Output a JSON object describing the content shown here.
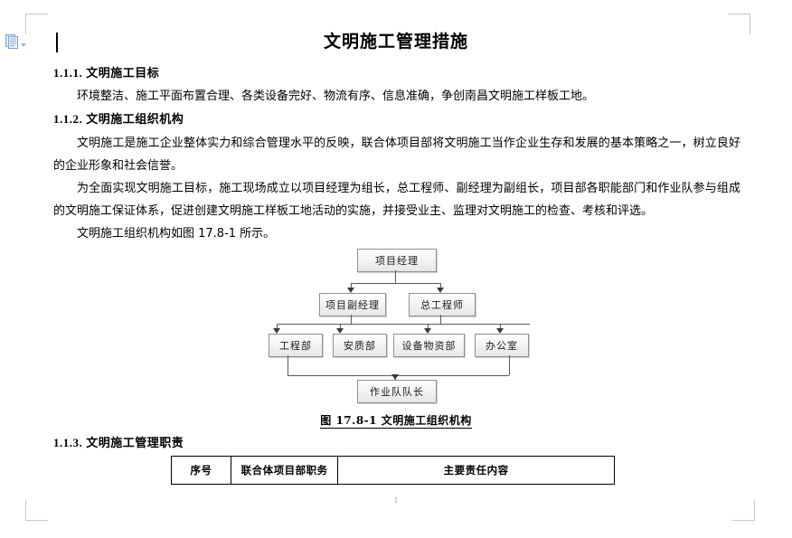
{
  "window": {
    "paste_icon": "paste-document-icon",
    "dropdown_icon": "chevron-down-icon"
  },
  "document": {
    "title": "文明施工管理措施",
    "page_number": "1",
    "sections": [
      {
        "number": "1.1.1.",
        "title": "文明施工目标",
        "paragraphs": [
          "环境整洁、施工平面布置合理、各类设备完好、物流有序、信息准确，争创南昌文明施工样板工地。"
        ]
      },
      {
        "number": "1.1.2.",
        "title": "文明施工组织机构",
        "paragraphs": [
          "文明施工是施工企业整体实力和综合管理水平的反映，联合体项目部将文明施工当作企业生存和发展的基本策略之一，树立良好的企业形象和社会信誉。",
          "为全面实现文明施工目标，施工现场成立以项目经理为组长，总工程师、副经理为副组长，项目部各职能部门和作业队参与组成的文明施工保证体系，促进创建文明施工样板工地活动的实施，并接受业主、监理对文明施工的检查、考核和评选。",
          "文明施工组织机构如图 17.8-1 所示。"
        ]
      },
      {
        "number": "1.1.3.",
        "title": "文明施工管理职责",
        "paragraphs": []
      }
    ],
    "figure": {
      "caption": "图 17.8-1 文明施工组织机构",
      "nodes": {
        "manager": "项目经理",
        "deputy_manager": "项目副经理",
        "chief_engineer": "总工程师",
        "engineering_dept": "工程部",
        "quality_dept": "安质部",
        "equipment_dept": "设备物资部",
        "office": "办公室",
        "team_leader": "作业队队长"
      }
    },
    "table": {
      "headers": [
        "序号",
        "联合体项目部职务",
        "主要责任内容"
      ]
    }
  }
}
